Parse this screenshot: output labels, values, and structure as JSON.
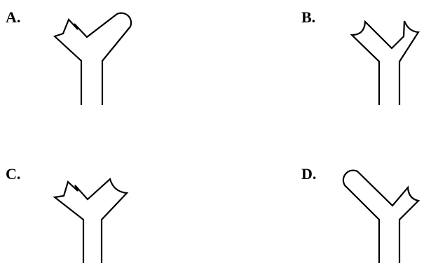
{
  "options": [
    {
      "label": "A.",
      "left_arm_tip": "jagged",
      "right_arm_tip": "rounded"
    },
    {
      "label": "B.",
      "left_arm_tip": "concave",
      "right_arm_tip": "concave"
    },
    {
      "label": "C.",
      "left_arm_tip": "jagged",
      "right_arm_tip": "concave"
    },
    {
      "label": "D.",
      "left_arm_tip": "rounded",
      "right_arm_tip": "concave"
    }
  ],
  "colors": {
    "stroke": "#000000",
    "background": "#ffffff"
  }
}
